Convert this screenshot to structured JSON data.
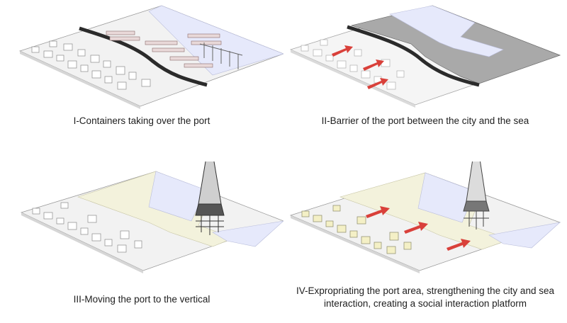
{
  "panels": [
    {
      "caption": "I-Containers taking over the port"
    },
    {
      "caption": "II-Barrier of the port between the city and the sea"
    },
    {
      "caption": "III-Moving the port to the vertical"
    },
    {
      "caption": "IV-Expropriating the port area, strengthening the city and sea interaction, creating a social interaction platform"
    }
  ],
  "colors": {
    "land": "#f2f2f2",
    "sea": "#e6e9fb",
    "barrier": "#2b2b2b",
    "port_grey": "#a9a9a9",
    "public_space": "#f3f2dc",
    "arrow": "#d9403a",
    "building_new": "#f4f0c6"
  }
}
